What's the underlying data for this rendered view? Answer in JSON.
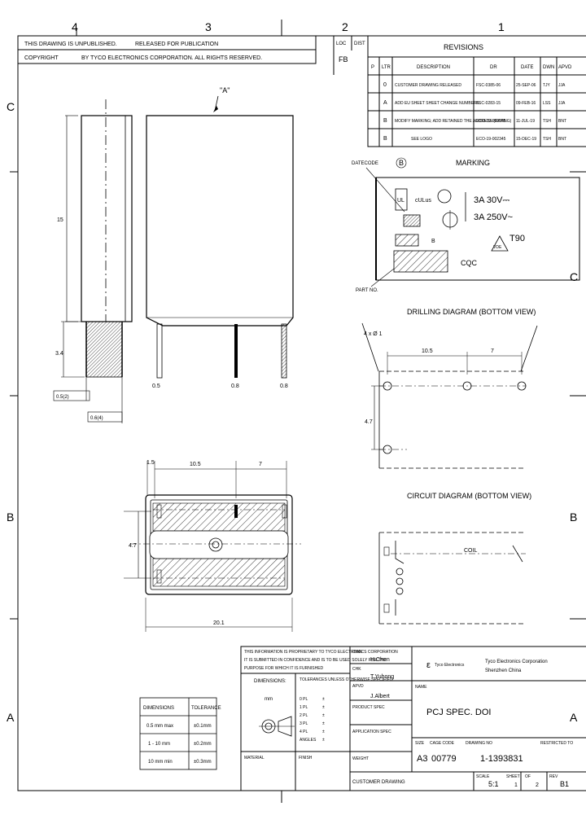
{
  "zones": {
    "top": [
      "4",
      "3",
      "2",
      "1"
    ],
    "left": [
      "C",
      "B",
      "A"
    ],
    "right": [
      "C",
      "B",
      "A"
    ]
  },
  "header": {
    "line1_left": "THIS DRAWING IS UNPUBLISHED.",
    "line1_right": "RELEASED FOR PUBLICATION",
    "line2_left": "COPYRIGHT",
    "line2_right": "BY TYCO ELECTRONICS CORPORATION. ALL RIGHTS RESERVED.",
    "loc_label": "LOC",
    "loc_value": "FB",
    "dist_label": "DIST"
  },
  "revisions": {
    "title": "REVISIONS",
    "columns": [
      "P",
      "LTR",
      "DESCRIPTION",
      "DR",
      "DATE",
      "DWN",
      "APVD"
    ],
    "rows": [
      {
        "ltr": "0",
        "desc": "CUSTOMER DRAWING RELEASED",
        "dr": "FSC-0385-06",
        "date": "25-SEP-06",
        "dwn": "TJY",
        "apvd": "JJA"
      },
      {
        "ltr": "A",
        "desc": "ADD EU SHEET  SHEET CHANGE NUMBERS",
        "dr": "FSC-0283-15",
        "date": "09-FEB-16",
        "dwn": "LSS",
        "apvd": "JJA"
      },
      {
        "ltr": "B",
        "desc": "MODIFY MARKING; ADD RETAINED THE ADDRESS (RATING)",
        "dr": "ECO-19-002345",
        "date": "11-JUL-19",
        "dwn": "TSH",
        "apvd": "BNT"
      },
      {
        "ltr": "B",
        "desc": "SEE LOGO",
        "dr": "ECO-19-002345",
        "date": "15-DEC-19",
        "dwn": "TSH",
        "apvd": "BNT"
      }
    ]
  },
  "side_view": {
    "view_label": "\"A\"",
    "height_dim": "15",
    "pin_dim": "3.4",
    "pin_note_1": "0.5(2)",
    "pin_note_2": "0.6(4)",
    "pin_labels": [
      "0.5",
      "0.8",
      "0.8"
    ]
  },
  "marking": {
    "title": "MARKING",
    "datecode_label": "DATECODE",
    "part_no_label": "PART NO.",
    "logo_label": "CQC",
    "rating_1": "3A 30V⎓",
    "rating_2": "3A 250V~",
    "rating_3": "T90",
    "vde_label": "VDE",
    "reference_mark": "B",
    "ul_label": "UL",
    "cul_label": "cULus"
  },
  "drilling": {
    "title": "DRILLING DIAGRAM (BOTTOM VIEW)",
    "dims": [
      "10.5",
      "7",
      "4.7"
    ],
    "hole_note": "4 x Ø 1"
  },
  "bottom_view": {
    "dims_top": [
      "1.5",
      "10.5",
      "7"
    ],
    "dim_side": "4.7",
    "dim_bottom": "20.1"
  },
  "circuit": {
    "title": "CIRCUIT DIAGRAM (BOTTOM VIEW)",
    "contact_label": "COIL"
  },
  "tolerances": {
    "col1": "DIMENSIONS",
    "col2": "TOLERANCE",
    "rows": [
      [
        "0.5 mm max",
        "±0.1mm"
      ],
      [
        "1 - 10 mm",
        "±0.2mm"
      ],
      [
        "10 mm min",
        "±0.3mm"
      ]
    ]
  },
  "title_block": {
    "notice_1": "THIS INFORMATION IS PROPRIETARY TO TYCO ELECTRONICS CORPORATION",
    "notice_2": "IT IS SUBMITTED IN CONFIDENCE AND IS TO BE USED SOLELY FOR THE",
    "notice_3": "PURPOSE FOR WHICH IT IS FURNISHED",
    "dims_label": "DIMENSIONS:",
    "dims_unit": "mm",
    "tolerances_label": "TOLERANCES UNLESS OTHERWISE SPECIFIED:",
    "tol_items": [
      "0 PL",
      "1 PL",
      "2 PL",
      "3 PL",
      "4 PL",
      "ANGLES"
    ],
    "tol_values": [
      "±",
      "±",
      "±",
      "±",
      "±",
      "±"
    ],
    "material_label": "MATERIAL",
    "finish_label": "FINISH",
    "dwn_label": "DWN",
    "dwn_value": "H.Chen",
    "chk_label": "CHK",
    "chk_value": "T.Yuhong",
    "appvd_label": "APVD",
    "appvd_value": "J.Albert",
    "product_spec_label": "PRODUCT SPEC",
    "application_spec_label": "APPLICATION SPEC",
    "weight_label": "WEIGHT",
    "company_line1": "Tyco Electronics Corporation",
    "company_line2": "Shenzhen China",
    "company_logo_text": "Tyco Electronics",
    "name_label": "NAME",
    "name_value": "PCJ SPEC. DOI",
    "size_label": "SIZE",
    "size_value": "A3",
    "cage_label": "CAGE CODE",
    "cage_value": "00779",
    "drawing_no_label": "DRAWING NO",
    "drawing_no_value": "1-1393831",
    "restricted_label": "RESTRICTED TO",
    "customer_drawing": "CUSTOMER DRAWING",
    "scale_label": "SCALE",
    "scale_value": "5:1",
    "sheet_label": "SHEET",
    "sheet_value": "1",
    "of_label": "OF",
    "of_value": "2",
    "rev_label": "REV",
    "rev_value": "B1"
  }
}
